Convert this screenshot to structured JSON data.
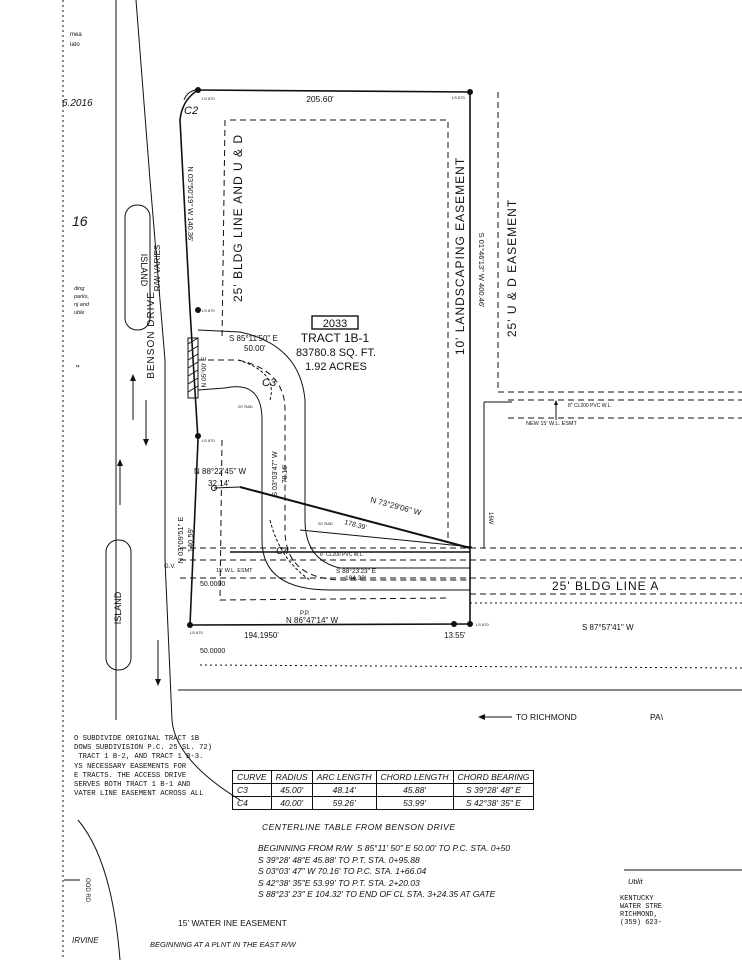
{
  "header_fragments": {
    "top_a": "mea",
    "top_b": "lato",
    "date_tail": "6.2016",
    "margin_num": "16",
    "margin_mark": "\"",
    "margin_note": [
      "ding",
      "parks,",
      "nj and",
      "uble"
    ]
  },
  "streets": {
    "benson": "BENSON DRIVE",
    "rw": "R/W VARIES",
    "island_1": "ISLAND",
    "island_2": "ISLAND",
    "to_richmond": "TO RICHMOND",
    "pav": "PA\\",
    "irvine": "IRVINE",
    "ood_rd": "OOD RD"
  },
  "tract": {
    "number": "2033",
    "name": "TRACT 1B-1",
    "area_sqft": "83780.8 SQ. FT.",
    "area_acres": "1.92 ACRES"
  },
  "easements": {
    "bldg_ud": "25' BLDG LINE AND U & D",
    "landscaping": "10' LANDSCAPING EASEMENT",
    "ud": "25' U & D EASEMENT",
    "bldg_a": "25' BLDG LINE A",
    "wl_esmt": "15' W.L. ESMT",
    "new_wl": "NEW 15' W.L. ESMT",
    "pvc": "8\" CL200 PVC W.L.",
    "pvc_2": "8\" CL200 PVC W.L."
  },
  "bearings": {
    "top": "205.60'",
    "west": "N 03°50'19\" W 140.36'",
    "east": "S 01°46'13\" W 400.46'",
    "s85": "S 85°11'50\" E",
    "s85_dist": "50.00'",
    "n88": "N 88°22'45\" W",
    "n88_dist": "32.14'",
    "n73": "N 73°29'06\" W",
    "n73_dist": "178.39'",
    "s03": "S 03°03'47\" W",
    "s03_dist": "70.16'",
    "n03_lower": "N 03°09'51\" E",
    "n03_lower_dist": "140.59'",
    "n86": "N 86°47'14\" W",
    "n86_dist": "194.1950'",
    "s87": "S 87°57'41\" W",
    "s88": "S 88°23'23\" E",
    "s88_dist": "104.32'",
    "small_e": "13.55'",
    "small_seg": "N 05°00' E",
    "sixteen": "16W"
  },
  "labels": {
    "c2": "C2",
    "c3": "C3",
    "c4": "C4",
    "gv": "G.V.",
    "pp": "P.P.",
    "offset_a": "50.0000",
    "offset_b": "50.0000",
    "ls": "LS 670",
    "rad": "20' RAD"
  },
  "notes": [
    "O SUBDIVIDE ORIGINAL TRACT 1B",
    "DOWS SUBDIVISION P.C. 25 SL. 72)",
    " TRACT 1 B-2, AND TRACT 1 B-3.",
    "YS NECESSARY EASEMENTS FOR",
    "E TRACTS. THE ACCESS DRIVE",
    "SERVES BOTH TRACT 1 B-1 AND",
    "VATER LINE EASEMENT ACROSS ALL"
  ],
  "curve_table": {
    "headers": [
      "CURVE",
      "RADIUS",
      "ARC LENGTH",
      "CHORD LENGTH",
      "CHORD BEARING"
    ],
    "rows": [
      [
        "C3",
        "45.00'",
        "48.14'",
        "45.88'",
        "S 39°28' 48\" E"
      ],
      [
        "C4",
        "40.00'",
        "59.26'",
        "53.99'",
        "S 42°38' 35\" E"
      ]
    ]
  },
  "centerline": {
    "title": "CENTERLINE TABLE FROM BENSON DRIVE",
    "lines": [
      "BEGINNING FROM R/W  S 85°11' 50\" E 50.00' TO P.C. STA. 0+50",
      "S 39°28' 48\"E 45.88' TO P.T. STA. 0+95.88",
      "S 03°03' 47\" W 70.16' TO P.C. STA. 1+66.04",
      "S 42°38' 35\"E 53.99' TO P.T. STA. 2+20.03",
      "S 88°23' 23\" E 104.32' TO END OF CL STA. 3+24.35 AT GATE"
    ]
  },
  "bottom": {
    "easement": "15' WATER INE EASEMENT",
    "beginning": "BEGINNING AT A PLNT IN THE EAST R/W"
  },
  "corner_block": {
    "utility": "Utilit",
    "lines": [
      "KENTUCKY",
      "WATER STRE",
      "RICHMOND,",
      "(359) 623-"
    ]
  }
}
